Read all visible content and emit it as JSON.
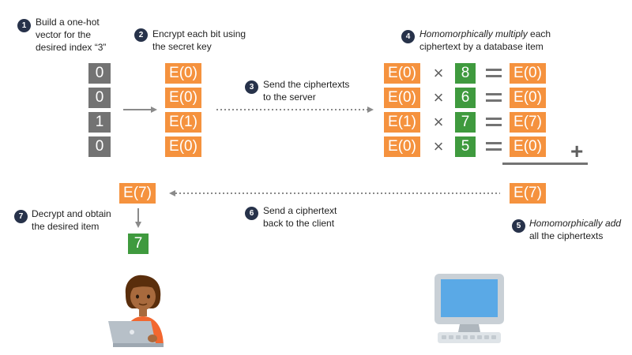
{
  "steps": [
    {
      "num": "1",
      "lines": [
        "Build a one-hot",
        "vector for the",
        "desired index “3”"
      ]
    },
    {
      "num": "2",
      "lines": [
        "Encrypt each bit using",
        "the secret key"
      ]
    },
    {
      "num": "3",
      "lines": [
        "Send the ciphertexts",
        "to the server"
      ]
    },
    {
      "num": "4",
      "line1_italic": "Homomorphically multiply",
      "line1_rest": " each",
      "line2": "ciphertext by a database item"
    },
    {
      "num": "5",
      "line1_italic": "Homomorphically add",
      "line2": "all the ciphertexts"
    },
    {
      "num": "6",
      "lines": [
        "Send a ciphertext",
        "back to the client"
      ]
    },
    {
      "num": "7",
      "lines": [
        "Decrypt and obtain",
        "the desired item"
      ]
    }
  ],
  "onehot": [
    "0",
    "0",
    "1",
    "0"
  ],
  "encrypted": [
    "E(0)",
    "E(0)",
    "E(1)",
    "E(0)"
  ],
  "database_items": [
    "8",
    "6",
    "7",
    "5"
  ],
  "products": [
    "E(0)",
    "E(0)",
    "E(7)",
    "E(0)"
  ],
  "operators": {
    "multiply": "×",
    "plus": "+"
  },
  "sum_ciphertext": "E(7)",
  "client_ciphertext": "E(7)",
  "decrypted": "7",
  "colors": {
    "orange": "#f5923e",
    "green": "#3f9a3e",
    "gray": "#737373",
    "navy": "#27324a"
  },
  "icons": [
    "person-with-laptop-icon",
    "desktop-computer-icon"
  ]
}
